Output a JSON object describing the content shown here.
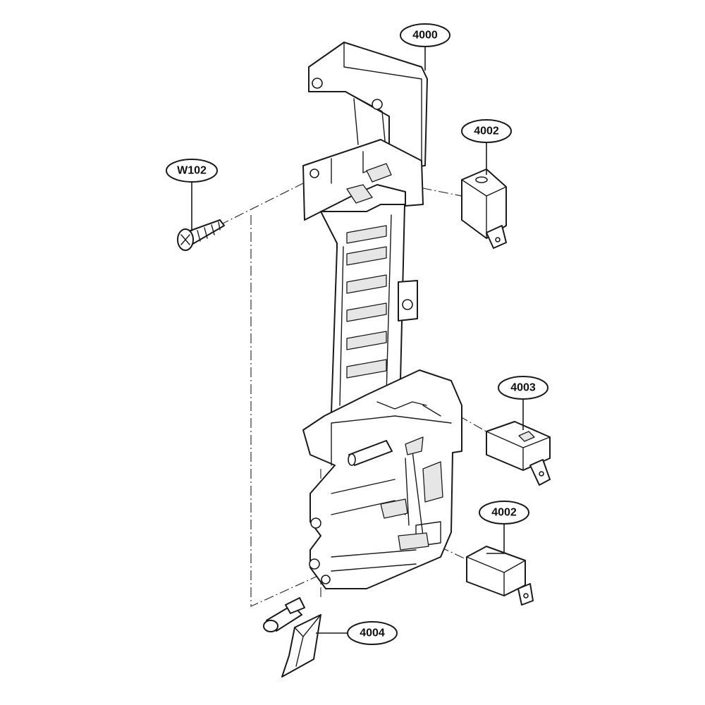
{
  "callouts": {
    "bracket": "4000",
    "switch_top": "4002",
    "switch_middle": "4003",
    "switch_bottom": "4002",
    "lever": "4004",
    "screw": "W102"
  }
}
